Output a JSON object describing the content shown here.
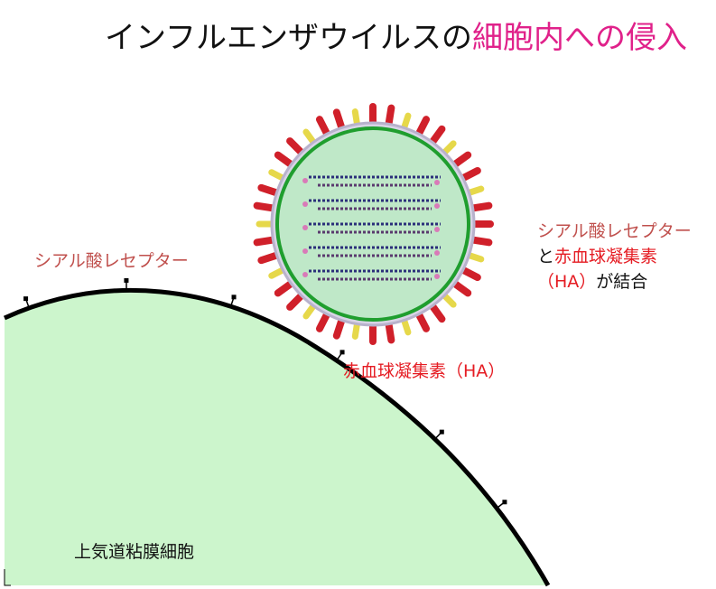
{
  "title": {
    "main": "インフルエンザウイルスの",
    "accent": "細胞内への侵入"
  },
  "labels": {
    "receptor_left": "シアル酸レセプター",
    "ha": "赤血球凝集素（HA）",
    "cell": "上気道粘膜細胞"
  },
  "info_box": {
    "line1": "シアル酸レセプター",
    "line2_prefix": "と",
    "line2_red": "赤血球凝集素",
    "line3_red": "（HA）",
    "line3_suffix": "が結合"
  },
  "colors": {
    "cell_fill": "#ccf5cc",
    "virus_fill": "#bfe8c8",
    "virus_ring": "#1f9e2e",
    "spike_red": "#d0202a",
    "spike_yellow": "#e6d84a",
    "accent_pink": "#e0218a",
    "label_brown": "#c0504d",
    "label_red": "#e51c23"
  }
}
